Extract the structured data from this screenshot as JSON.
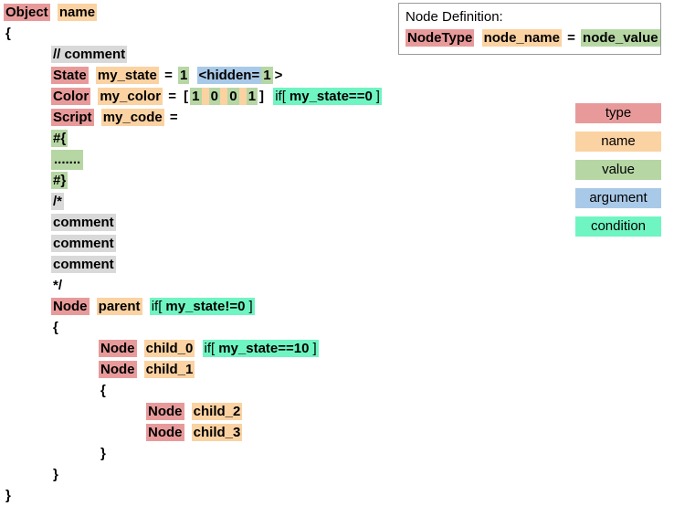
{
  "colors": {
    "type": "#e89a9a",
    "name": "#fbd2a2",
    "value": "#b6d7a4",
    "argument": "#a9c9e8",
    "condition": "#6ff5c2",
    "comment": "#d9d9d9",
    "background": "#ffffff",
    "text": "#000000",
    "box_border": "#9a9a9a"
  },
  "code": {
    "lines": [
      {
        "id": "object-header",
        "tokens": [
          {
            "t": "Object",
            "c": "type"
          },
          {
            "t": " ",
            "c": "plain"
          },
          {
            "t": "name",
            "c": "name"
          }
        ]
      },
      {
        "id": "brace-open-0",
        "tokens": [
          {
            "t": "{",
            "c": "plain"
          }
        ]
      },
      {
        "id": "line-comment",
        "tokens": [
          {
            "t": "// comment",
            "c": "comment"
          }
        ]
      },
      {
        "id": "state-node",
        "tokens": [
          {
            "t": "State",
            "c": "type"
          },
          {
            "t": " ",
            "c": "plain"
          },
          {
            "t": "my_state",
            "c": "name"
          },
          {
            "t": " = ",
            "c": "plain"
          },
          {
            "t": "1",
            "c": "value"
          },
          {
            "t": " ",
            "c": "plain"
          },
          {
            "t": "<hidden=",
            "c": "argument"
          },
          {
            "t": "1",
            "c": "value"
          },
          {
            "t": ">",
            "c": "plain"
          }
        ]
      },
      {
        "id": "color-node",
        "tokens": [
          {
            "t": "Color",
            "c": "type"
          },
          {
            "t": " ",
            "c": "plain"
          },
          {
            "t": "my_color",
            "c": "name"
          },
          {
            "t": " = ",
            "c": "plain"
          },
          {
            "t": "[",
            "c": "plain"
          },
          {
            "t": "1",
            "c": "value"
          },
          {
            "t": " ",
            "c": "name"
          },
          {
            "t": "0",
            "c": "value"
          },
          {
            "t": " ",
            "c": "name"
          },
          {
            "t": "0",
            "c": "value"
          },
          {
            "t": " ",
            "c": "name"
          },
          {
            "t": "1",
            "c": "value"
          },
          {
            "t": "]",
            "c": "plain"
          },
          {
            "t": " ",
            "c": "plain"
          },
          {
            "t": "if[",
            "c": "condition-nb"
          },
          {
            "t": "my_state==0",
            "c": "condition"
          },
          {
            "t": "]",
            "c": "condition-nb"
          }
        ]
      },
      {
        "id": "script-node",
        "tokens": [
          {
            "t": "Script",
            "c": "type"
          },
          {
            "t": " ",
            "c": "plain"
          },
          {
            "t": "my_code",
            "c": "name"
          },
          {
            "t": " =",
            "c": "plain"
          }
        ]
      },
      {
        "id": "script-open",
        "tokens": [
          {
            "t": "#{",
            "c": "value"
          }
        ]
      },
      {
        "id": "script-body",
        "tokens": [
          {
            "t": ".......",
            "c": "value-band"
          }
        ]
      },
      {
        "id": "script-close",
        "tokens": [
          {
            "t": "#}",
            "c": "value"
          }
        ]
      },
      {
        "id": "block-comment-open",
        "tokens": [
          {
            "t": "/*",
            "c": "comment"
          }
        ]
      },
      {
        "id": "block-comment-1",
        "tokens": [
          {
            "t": "comment",
            "c": "comment"
          }
        ]
      },
      {
        "id": "block-comment-2",
        "tokens": [
          {
            "t": "comment",
            "c": "comment"
          }
        ]
      },
      {
        "id": "block-comment-3",
        "tokens": [
          {
            "t": "comment",
            "c": "comment"
          }
        ]
      },
      {
        "id": "block-comment-close",
        "tokens": [
          {
            "t": "*/",
            "c": "plain"
          }
        ]
      },
      {
        "id": "node-parent",
        "tokens": [
          {
            "t": "Node",
            "c": "type"
          },
          {
            "t": " ",
            "c": "plain"
          },
          {
            "t": "parent",
            "c": "name"
          },
          {
            "t": " ",
            "c": "plain"
          },
          {
            "t": "if[",
            "c": "condition-nb"
          },
          {
            "t": "my_state!=0",
            "c": "condition"
          },
          {
            "t": "]",
            "c": "condition-nb"
          }
        ]
      },
      {
        "id": "brace-open-1",
        "tokens": [
          {
            "t": "{",
            "c": "plain"
          }
        ]
      },
      {
        "id": "node-child-0",
        "tokens": [
          {
            "t": "Node",
            "c": "type"
          },
          {
            "t": " ",
            "c": "plain"
          },
          {
            "t": "child_0",
            "c": "name"
          },
          {
            "t": " ",
            "c": "plain"
          },
          {
            "t": "if[",
            "c": "condition-nb"
          },
          {
            "t": "my_state==10",
            "c": "condition"
          },
          {
            "t": "]",
            "c": "condition-nb"
          }
        ]
      },
      {
        "id": "node-child-1",
        "tokens": [
          {
            "t": "Node",
            "c": "type"
          },
          {
            "t": " ",
            "c": "plain"
          },
          {
            "t": "child_1",
            "c": "name"
          }
        ]
      },
      {
        "id": "brace-open-2",
        "tokens": [
          {
            "t": "{",
            "c": "plain"
          }
        ]
      },
      {
        "id": "node-child-2",
        "tokens": [
          {
            "t": "Node",
            "c": "type"
          },
          {
            "t": " ",
            "c": "plain"
          },
          {
            "t": "child_2",
            "c": "name"
          }
        ]
      },
      {
        "id": "node-child-3",
        "tokens": [
          {
            "t": "Node",
            "c": "type"
          },
          {
            "t": " ",
            "c": "plain"
          },
          {
            "t": "child_3",
            "c": "name"
          }
        ]
      },
      {
        "id": "brace-close-2",
        "tokens": [
          {
            "t": "}",
            "c": "plain"
          }
        ]
      },
      {
        "id": "brace-close-1",
        "tokens": [
          {
            "t": "}",
            "c": "plain"
          }
        ]
      },
      {
        "id": "brace-close-0",
        "tokens": [
          {
            "t": "}",
            "c": "plain"
          }
        ]
      }
    ],
    "indents": [
      0,
      0,
      1,
      1,
      1,
      1,
      1,
      1,
      1,
      1,
      1,
      1,
      1,
      1,
      1,
      1,
      3,
      3,
      3,
      5,
      5,
      3,
      1,
      0
    ]
  },
  "definition_box": {
    "title": "Node Definition:",
    "tokens": [
      {
        "t": "NodeType",
        "c": "type"
      },
      {
        "t": " ",
        "c": "plain"
      },
      {
        "t": "node_name",
        "c": "name"
      },
      {
        "t": " = ",
        "c": "plain"
      },
      {
        "t": "node_value",
        "c": "value"
      }
    ]
  },
  "legend": {
    "items": [
      {
        "label": "type",
        "color": "#e89a9a"
      },
      {
        "label": "name",
        "color": "#fbd2a2"
      },
      {
        "label": "value",
        "color": "#b6d7a4"
      },
      {
        "label": "argument",
        "color": "#a9c9e8"
      },
      {
        "label": "condition",
        "color": "#6ff5c2"
      }
    ]
  }
}
